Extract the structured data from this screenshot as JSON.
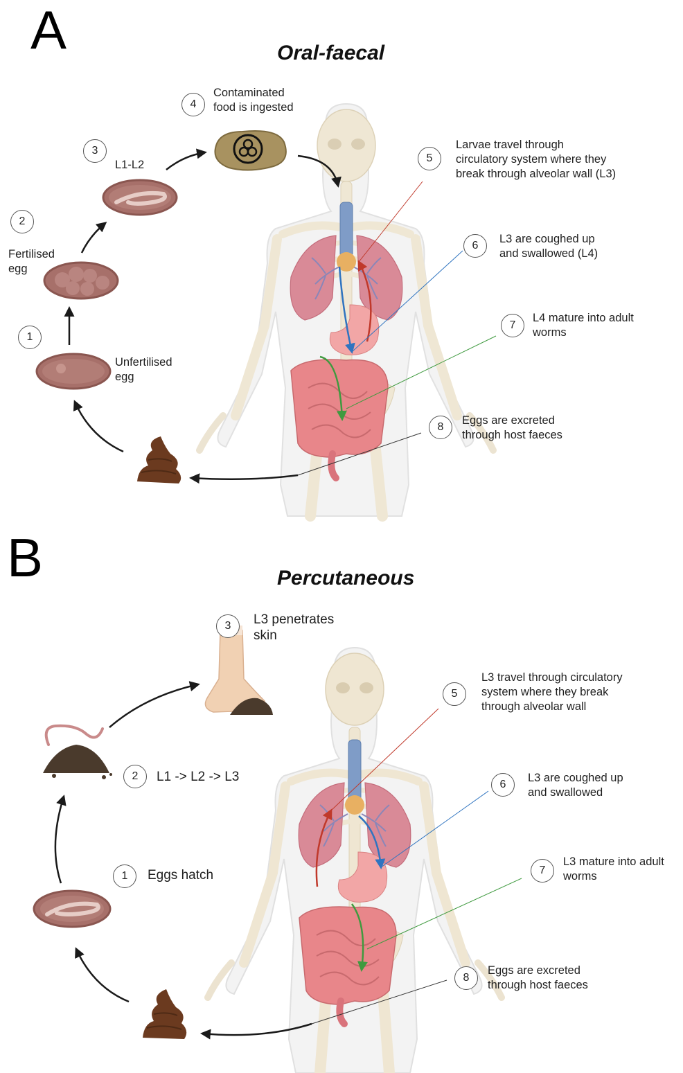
{
  "panel_a": {
    "letter": "A",
    "title": "Oral-faecal",
    "steps": [
      {
        "num": "1",
        "label": "Unfertilised\negg"
      },
      {
        "num": "2",
        "label": "Fertilised\negg"
      },
      {
        "num": "3",
        "label": "L1-L2"
      },
      {
        "num": "4",
        "label": "Contaminated\nfood is ingested"
      },
      {
        "num": "5",
        "label": "Larvae travel through\ncirculatory system where they\nbreak through alveolar wall (L3)"
      },
      {
        "num": "6",
        "label": "L3 are coughed up\nand swallowed (L4)"
      },
      {
        "num": "7",
        "label": "L4 mature into adult\nworms"
      },
      {
        "num": "8",
        "label": "Eggs are excreted\nthrough host faeces"
      }
    ]
  },
  "panel_b": {
    "letter": "B",
    "title": "Percutaneous",
    "steps": [
      {
        "num": "1",
        "label": "Eggs hatch"
      },
      {
        "num": "2",
        "label": "L1 -> L2 -> L3"
      },
      {
        "num": "3",
        "label": "L3 penetrates\nskin"
      },
      {
        "num": "5",
        "label": "L3 travel through circulatory\nsystem where they break\nthrough alveolar wall"
      },
      {
        "num": "6",
        "label": "L3 are coughed up\nand swallowed"
      },
      {
        "num": "7",
        "label": "L3 mature into adult\nworms"
      },
      {
        "num": "8",
        "label": "Eggs are excreted\nthrough host faeces"
      }
    ]
  },
  "colors": {
    "bone": "#efe6d2",
    "lung": "#d98a97",
    "intestine": "#e8868a",
    "stomach": "#f2a6a6",
    "trachea": "#7f9cc7",
    "blood_arrow": "#c0392b",
    "cough_arrow": "#2f74c0",
    "mature_arrow": "#3f9a3f",
    "egg": "#a7706a",
    "faeces": "#6b3a1f"
  }
}
